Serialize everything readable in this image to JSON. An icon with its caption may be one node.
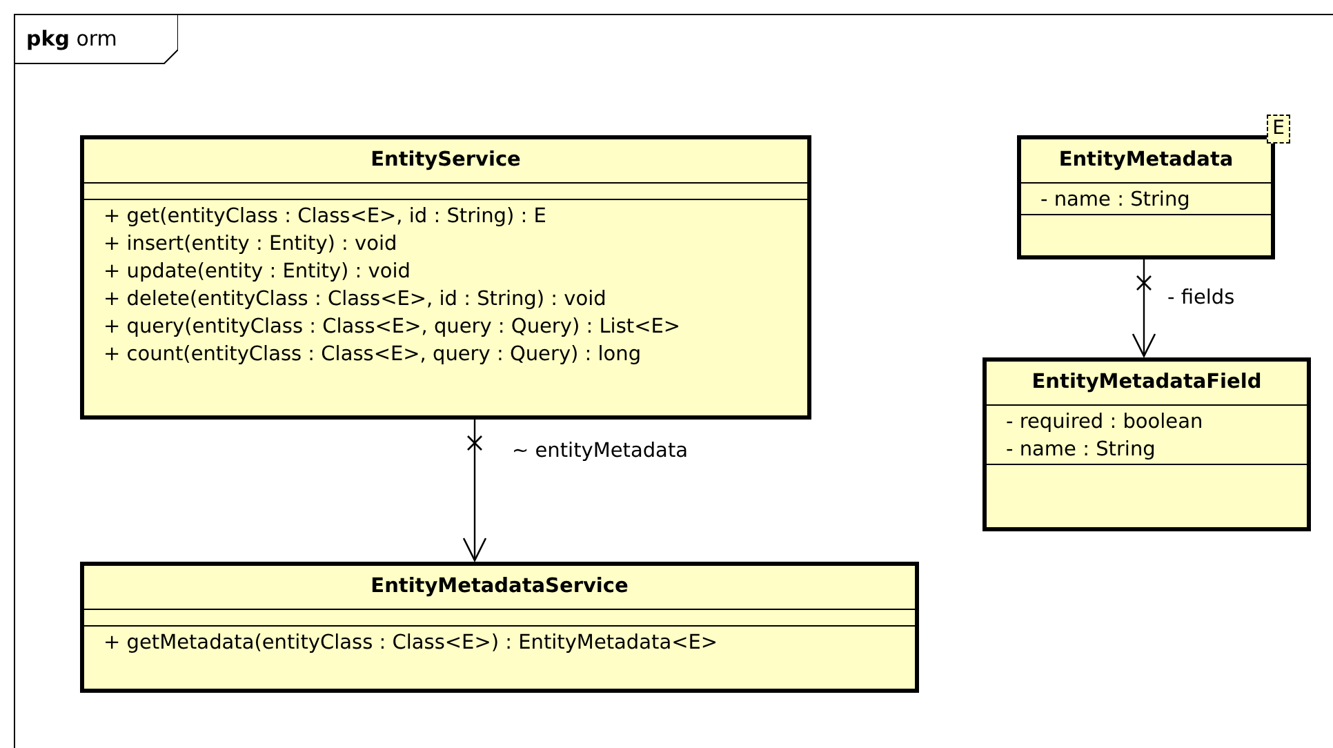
{
  "diagram": {
    "nodes": [
      {
        "text": [
          "**pkg** orm"
        ]
      },
      {
        "text": [
          "EntityService",
          "+ get(entityClass : Class<E>, id : String) : E",
          "+ insert(entity : Entity) : void",
          "+ update(entity : Entity) : void",
          "+ delete(entityClass : Class<E>, id : String) : void",
          "+ query(entityClass : Class<E>, query : Query) : List<E>",
          "+ count(entityClass : Class<E>, query : Query) : long"
        ],
        "in": 0
      },
      {
        "text": [
          "EntityMetadata",
          "- name : String"
        ],
        "beside": [
          "E"
        ],
        "in": 0
      },
      {
        "text": [
          "EntityMetadataField",
          "- required : boolean",
          "- name : String"
        ],
        "in": 0
      },
      {
        "text": [
          "EntityMetadataService",
          "+ getMetadata(entityClass : Class<E>) : EntityMetadata<E>"
        ],
        "in": 0
      }
    ],
    "edges": [
      {
        "from": 1,
        "to": 4,
        "arrow": "to",
        "label": "~ entityMetadata"
      },
      {
        "from": 2,
        "to": 3,
        "arrow": "to",
        "label": "- fields"
      }
    ]
  }
}
